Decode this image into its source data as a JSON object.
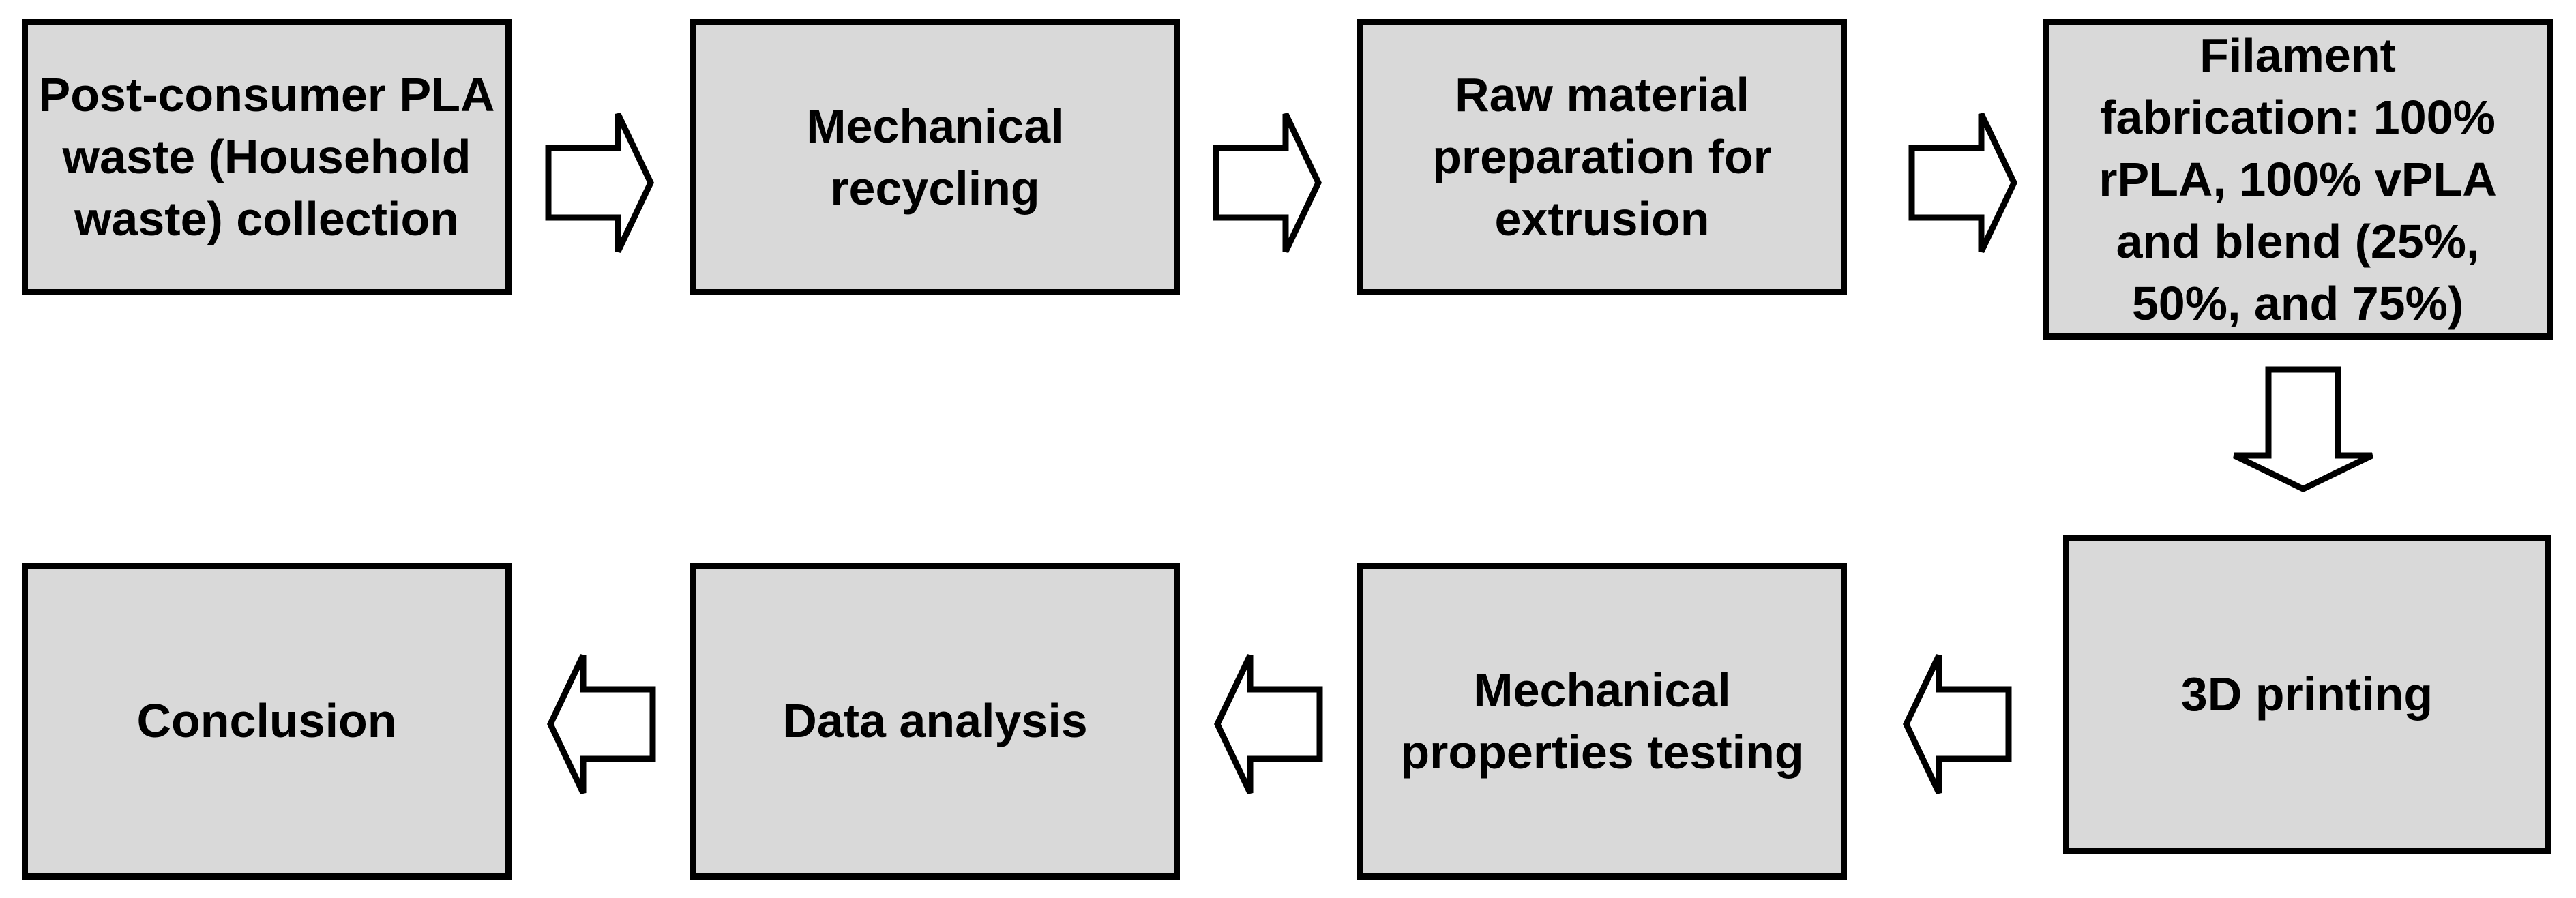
{
  "diagram": {
    "colors": {
      "background": "#ffffff",
      "box_fill": "#d9d9d9",
      "box_border": "#000000",
      "arrow_fill": "#ffffff",
      "arrow_outline": "#000000",
      "text": "#000000"
    },
    "boxes": [
      {
        "id": "post-consumer-pla-waste-collection",
        "label": "Post-consumer PLA waste (Household waste) collection",
        "lines": [
          "Post-consumer PLA",
          "waste (Household",
          "waste) collection"
        ]
      },
      {
        "id": "mechanical-recycling",
        "label": "Mechanical recycling",
        "lines": [
          "Mechanical",
          "recycling"
        ]
      },
      {
        "id": "raw-material-preparation",
        "label": "Raw material preparation for extrusion",
        "lines": [
          "Raw material",
          "preparation for",
          "extrusion"
        ]
      },
      {
        "id": "filament-fabrication",
        "label": "Filament fabrication: 100% rPLA, 100% vPLA and blend (25%, 50%, and 75%)",
        "lines": [
          "Filament",
          "fabrication: 100%",
          "rPLA, 100% vPLA",
          "and blend (25%,",
          "50%, and 75%)"
        ]
      },
      {
        "id": "3d-printing",
        "label": "3D printing",
        "lines": [
          "3D printing"
        ]
      },
      {
        "id": "mechanical-properties-testing",
        "label": "Mechanical properties testing",
        "lines": [
          "Mechanical",
          "properties testing"
        ]
      },
      {
        "id": "data-analysis",
        "label": "Data analysis",
        "lines": [
          "Data analysis"
        ]
      },
      {
        "id": "conclusion",
        "label": "Conclusion",
        "lines": [
          "Conclusion"
        ]
      }
    ],
    "arrows": [
      {
        "name": "arrow-collection-to-recycling",
        "direction": "right"
      },
      {
        "name": "arrow-recycling-to-preparation",
        "direction": "right"
      },
      {
        "name": "arrow-preparation-to-fabrication",
        "direction": "right"
      },
      {
        "name": "arrow-fabrication-to-3d-printing",
        "direction": "down"
      },
      {
        "name": "arrow-3d-printing-to-testing",
        "direction": "left"
      },
      {
        "name": "arrow-testing-to-data-analysis",
        "direction": "left"
      },
      {
        "name": "arrow-data-analysis-to-conclusion",
        "direction": "left"
      }
    ]
  }
}
